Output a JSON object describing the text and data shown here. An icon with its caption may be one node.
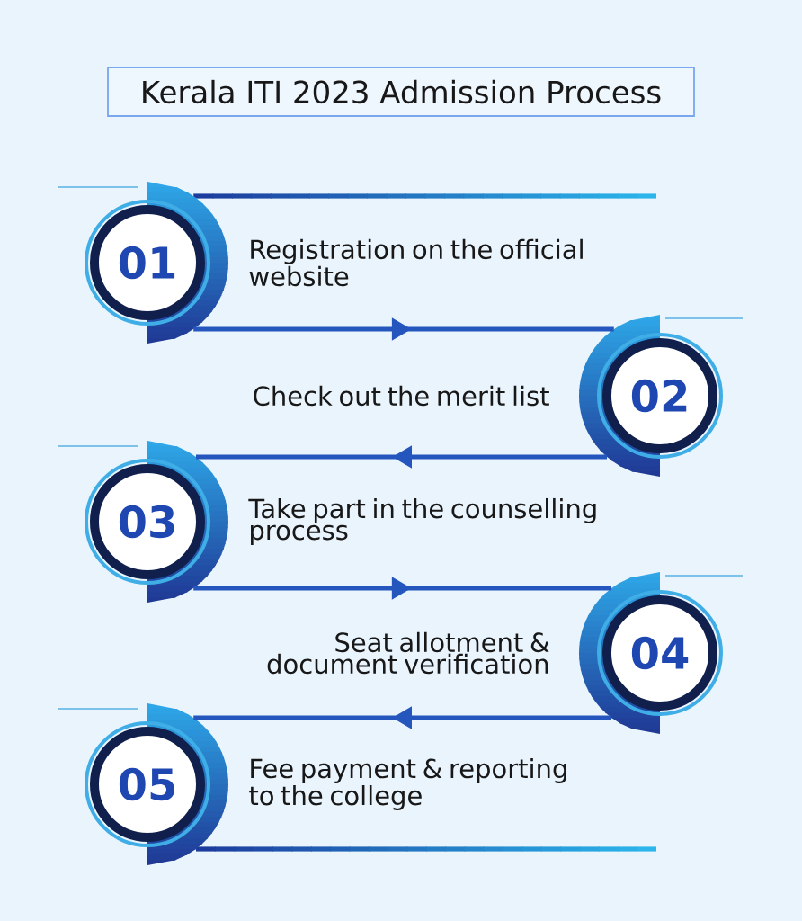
{
  "diagram": {
    "title": "Kerala ITI 2023 Admission Process",
    "nodes": [
      {
        "text": [
          "01"
        ],
        "beside": [
          "Registration on the official website"
        ]
      },
      {
        "text": [
          "02"
        ],
        "beside": [
          "Check out the merit list"
        ]
      },
      {
        "text": [
          "03"
        ],
        "beside": [
          "Take part in the counselling process"
        ]
      },
      {
        "text": [
          "04"
        ],
        "beside": [
          "Seat allotment & document verification"
        ]
      },
      {
        "text": [
          "05"
        ],
        "beside": [
          "Fee payment & reporting to the college"
        ]
      }
    ],
    "edges": [
      {
        "from": 0,
        "to": 1,
        "arrow": "to"
      },
      {
        "from": 1,
        "to": 2,
        "arrow": "to"
      },
      {
        "from": 2,
        "to": 3,
        "arrow": "to"
      },
      {
        "from": 3,
        "to": 4,
        "arrow": "to"
      }
    ]
  }
}
